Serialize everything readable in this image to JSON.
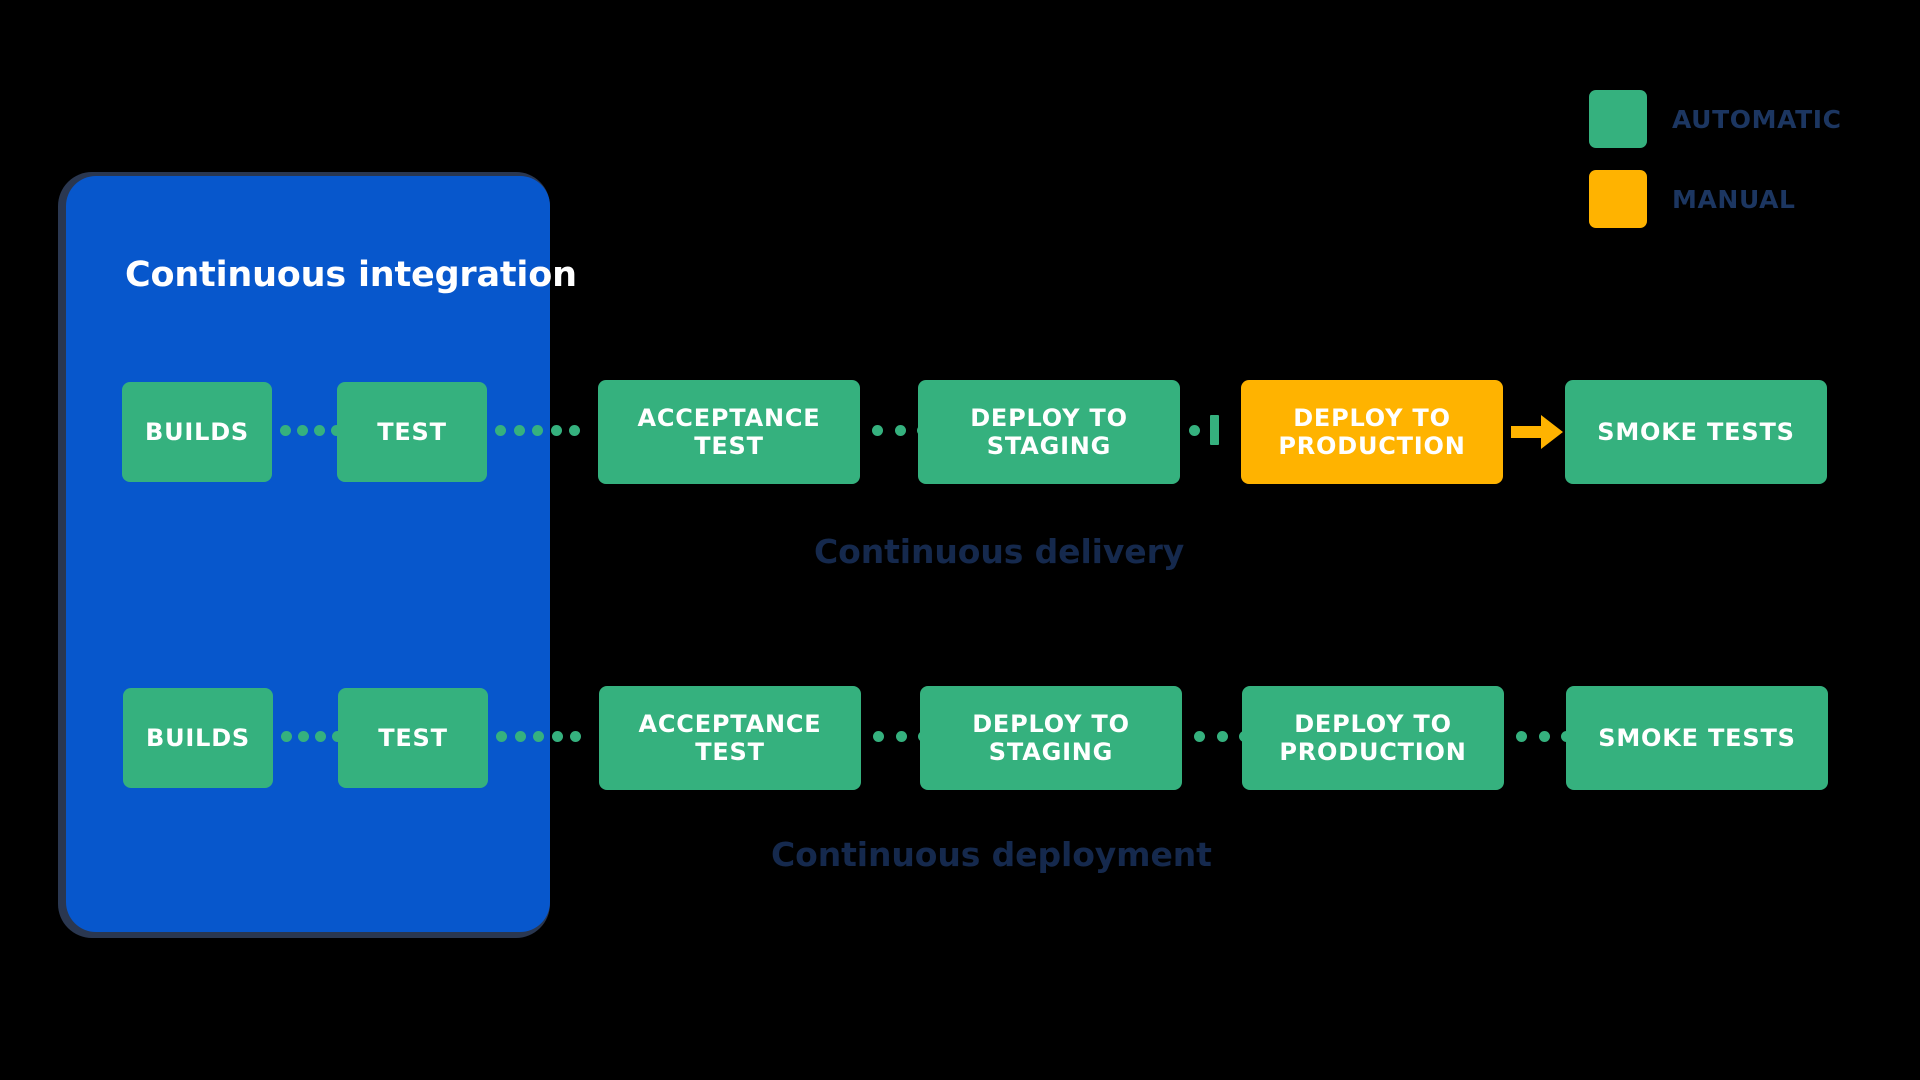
{
  "colors": {
    "background": "#000000",
    "automatic_green": "#35B17E",
    "manual_orange": "#FFB300",
    "ci_panel_blue": "#0757CC",
    "ci_frame_outline": "#2A3750",
    "caption_navy": "#15294D",
    "legend_text_navy": "#1C3661",
    "node_text": "#FFFFFF"
  },
  "legend": {
    "items": [
      {
        "label": "AUTOMATIC",
        "swatch_color": "#35B17E",
        "kind": "automatic"
      },
      {
        "label": "MANUAL",
        "swatch_color": "#FFB300",
        "kind": "manual"
      }
    ]
  },
  "ci_panel": {
    "title": "Continuous integration"
  },
  "rows": [
    {
      "id": "continuous-delivery",
      "caption": "Continuous delivery",
      "stages": [
        {
          "label": "BUILDS",
          "type": "automatic",
          "inside_ci": true
        },
        {
          "label": "TEST",
          "type": "automatic",
          "inside_ci": true
        },
        {
          "label": "ACCEPTANCE TEST",
          "type": "automatic",
          "inside_ci": false
        },
        {
          "label": "DEPLOY TO STAGING",
          "type": "automatic",
          "inside_ci": false
        },
        {
          "label": "DEPLOY TO PRODUCTION",
          "type": "manual",
          "inside_ci": false
        },
        {
          "label": "SMOKE TESTS",
          "type": "automatic",
          "inside_ci": false
        }
      ],
      "connectors": [
        "dotted",
        "dotted",
        "dotted",
        "gate",
        "arrow"
      ]
    },
    {
      "id": "continuous-deployment",
      "caption": "Continuous deployment",
      "stages": [
        {
          "label": "BUILDS",
          "type": "automatic",
          "inside_ci": true
        },
        {
          "label": "TEST",
          "type": "automatic",
          "inside_ci": true
        },
        {
          "label": "ACCEPTANCE TEST",
          "type": "automatic",
          "inside_ci": false
        },
        {
          "label": "DEPLOY TO STAGING",
          "type": "automatic",
          "inside_ci": false
        },
        {
          "label": "DEPLOY TO PRODUCTION",
          "type": "automatic",
          "inside_ci": false
        },
        {
          "label": "SMOKE TESTS",
          "type": "automatic",
          "inside_ci": false
        }
      ],
      "connectors": [
        "dotted",
        "dotted",
        "dotted",
        "dotted",
        "dotted"
      ]
    }
  ]
}
